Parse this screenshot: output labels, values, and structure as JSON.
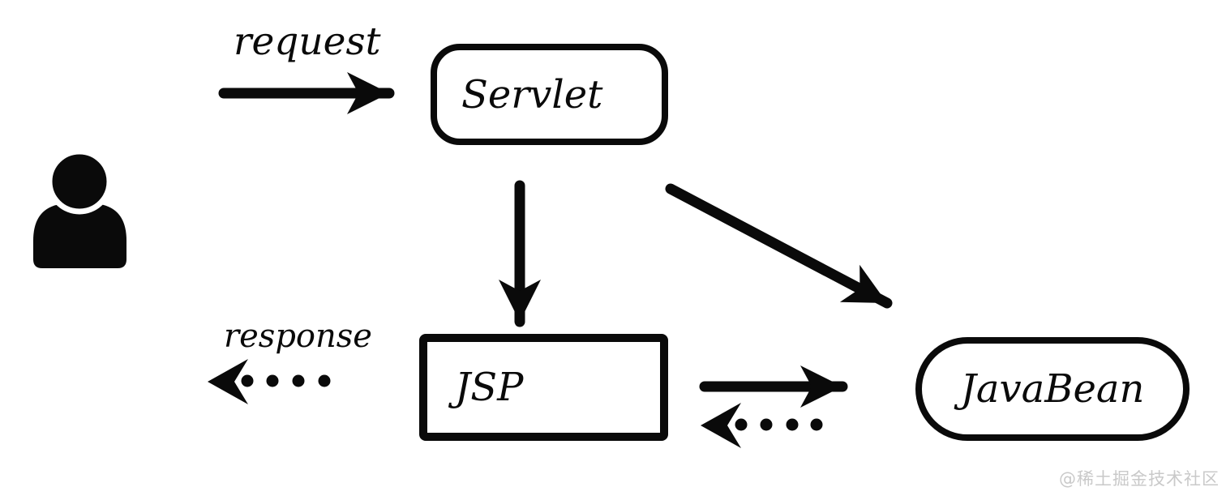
{
  "diagram": {
    "type": "architecture-flow",
    "background": "#ffffff",
    "ink_color": "#0a0a0a",
    "nodes": {
      "user": {
        "label": "",
        "shape": "person-icon"
      },
      "servlet": {
        "label": "Servlet",
        "shape": "rounded-rectangle"
      },
      "jsp": {
        "label": "JSP",
        "shape": "rectangle"
      },
      "javabean": {
        "label": "JavaBean",
        "shape": "pill"
      }
    },
    "edge_labels": {
      "request": "request",
      "response": "response"
    },
    "edges": [
      {
        "from": "user",
        "to": "servlet",
        "label": "request",
        "line": "solid-arrow"
      },
      {
        "from": "servlet",
        "to": "jsp",
        "label": "",
        "line": "solid-arrow"
      },
      {
        "from": "servlet",
        "to": "javabean",
        "label": "",
        "line": "solid-arrow"
      },
      {
        "from": "jsp",
        "to": "user",
        "label": "response",
        "line": "dotted-arrow"
      },
      {
        "from": "jsp",
        "to": "javabean",
        "label": "",
        "line": "solid-arrow"
      },
      {
        "from": "javabean",
        "to": "jsp",
        "label": "",
        "line": "dotted-arrow"
      }
    ]
  },
  "watermark": {
    "text": "@稀土掘金技术社区",
    "color": "#c9c9c9"
  }
}
